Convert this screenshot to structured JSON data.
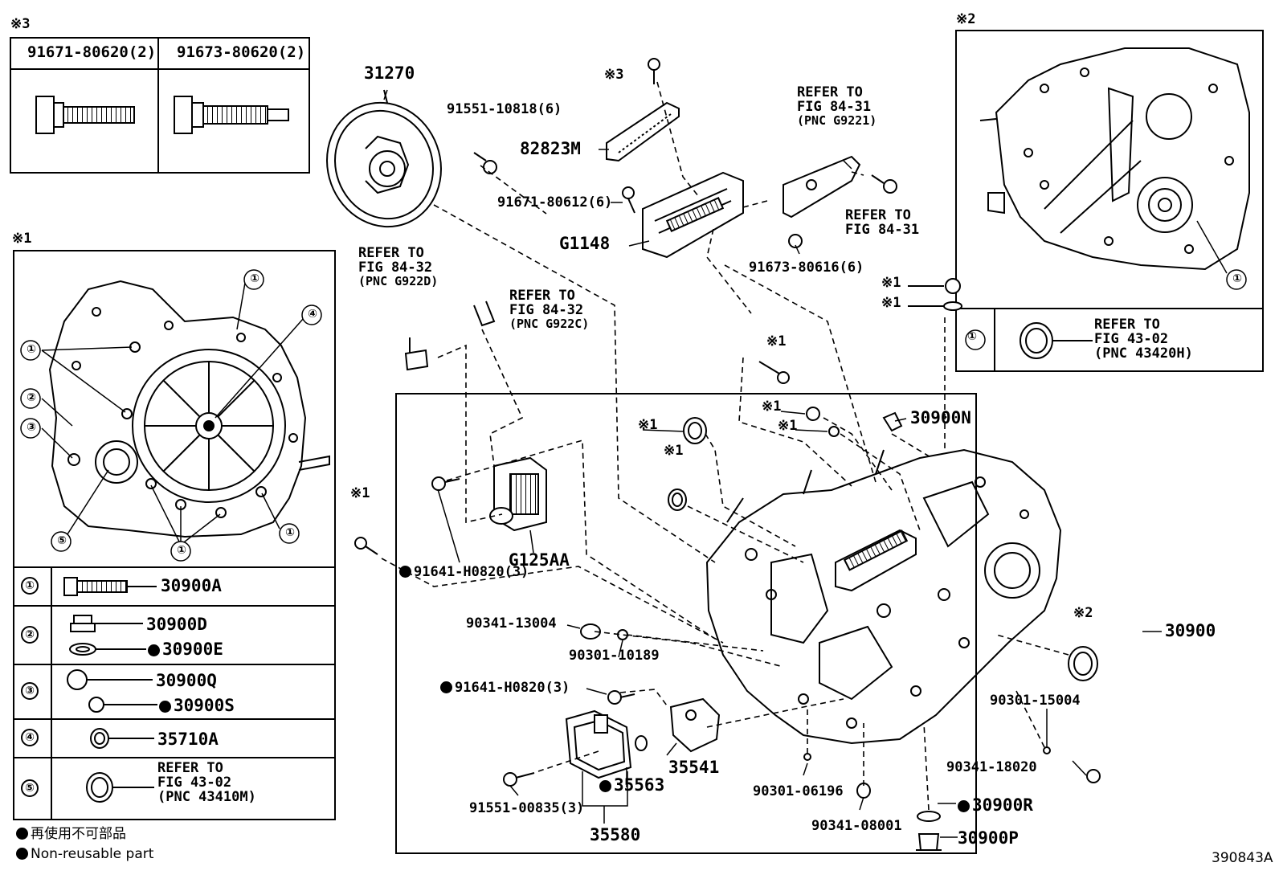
{
  "diagram_id": "390843A",
  "legend": {
    "jp": "再使用不可部品",
    "en": "Non-reusable part"
  },
  "note_marks": {
    "n1": "※1",
    "n2": "※2",
    "n3": "※3"
  },
  "bolt_table": {
    "col1": "91671-80620(2)",
    "col2": "91673-80620(2)"
  },
  "sub_table": [
    {
      "idx": "①",
      "parts": [
        "30900A"
      ]
    },
    {
      "idx": "②",
      "parts": [
        "30900D",
        "30900E"
      ]
    },
    {
      "idx": "③",
      "parts": [
        "30900Q",
        "30900S"
      ]
    },
    {
      "idx": "④",
      "parts": [
        "35710A"
      ]
    },
    {
      "idx": "⑤",
      "refer": [
        "REFER TO",
        "FIG 43-02",
        "(PNC 43410M)"
      ]
    }
  ],
  "right_table": {
    "idx": "①",
    "refer": [
      "REFER TO",
      "FIG 43-02",
      "(PNC 43420H)"
    ]
  },
  "refers": {
    "r1": [
      "REFER TO",
      "FIG 84-31",
      "(PNC G9221)"
    ],
    "r2": [
      "REFER TO",
      "FIG 84-31"
    ],
    "r3": [
      "REFER TO",
      "FIG 84-32",
      "(PNC G922D)"
    ],
    "r4": [
      "REFER TO",
      "FIG 84-32",
      "(PNC G922C)"
    ]
  },
  "parts": {
    "p31270": "31270",
    "p91551_10818": "91551-10818(6)",
    "p82823M": "82823M",
    "p91671_80612": "91671-80612(6)",
    "pG1148": "G1148",
    "p91673_80616": "91673-80616(6)",
    "p30900N": "30900N",
    "pG125AA": "G125AA",
    "p91641_H0820a": "91641-H0820(3)",
    "p90341_13004": "90341-13004",
    "p90301_10189": "90301-10189",
    "p91641_H0820b": "91641-H0820(3)",
    "p30900": "30900",
    "p90301_15004": "90301-15004",
    "p90341_18020": "90341-18020",
    "p35541": "35541",
    "p35563": "35563",
    "p91551_00835": "91551-00835(3)",
    "p35580": "35580",
    "p90301_06196": "90301-06196",
    "p90341_08001": "90341-08001",
    "p30900R": "30900R",
    "p30900P": "30900P"
  }
}
